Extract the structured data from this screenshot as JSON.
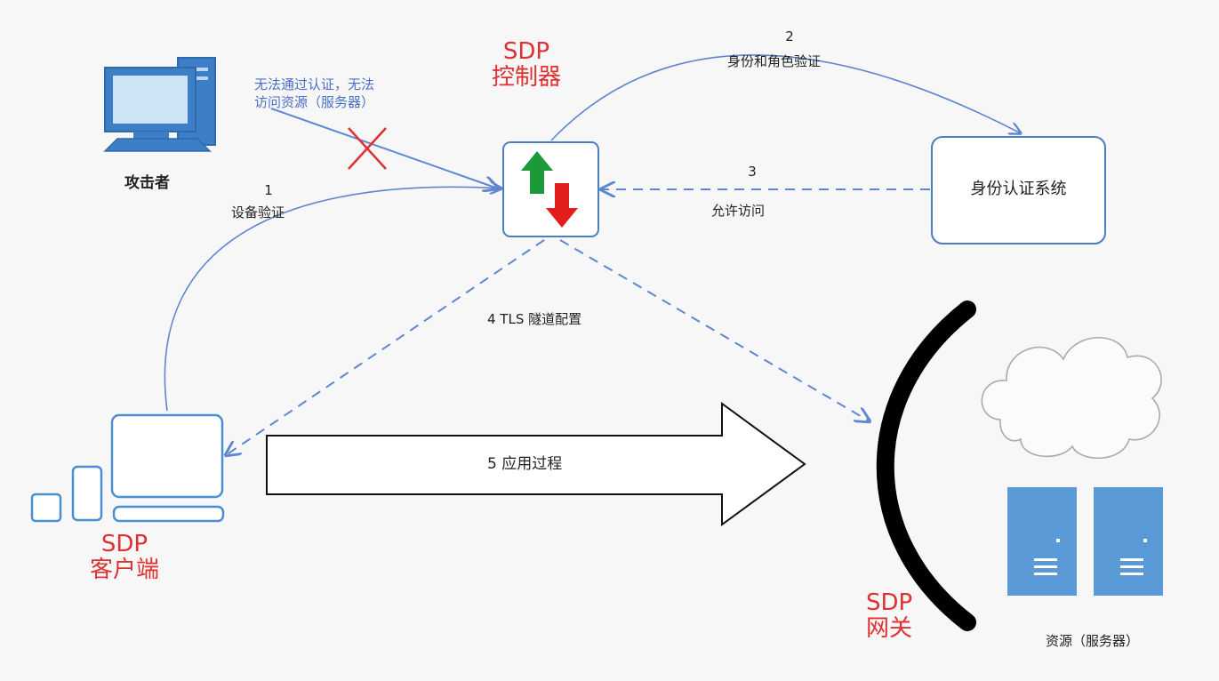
{
  "nodes": {
    "attacker": "攻击者",
    "controller": [
      "SDP",
      "控制器"
    ],
    "auth_system": "身份认证系统",
    "client": [
      "SDP",
      "客户端"
    ],
    "gateway": [
      "SDP",
      "网关"
    ],
    "resource": "资源（服务器）"
  },
  "notes": {
    "blocked": [
      "无法通过认证，无法",
      "访问资源（服务器）"
    ]
  },
  "steps": [
    {
      "num": "1",
      "text": "设备验证"
    },
    {
      "num": "2",
      "text": "身份和角色验证"
    },
    {
      "num": "3",
      "text": "允许访问"
    },
    {
      "num": "",
      "text": "4 TLS 隧道配置"
    },
    {
      "num": "",
      "text": "5 应用过程"
    }
  ],
  "colors": {
    "accent_red": "#e03030",
    "line_blue": "#6a90d8",
    "box_blue": "#4a7fc0",
    "server_blue": "#5a9ad6",
    "up_arrow": "#1c9a3a",
    "down_arrow": "#e01e1e"
  }
}
